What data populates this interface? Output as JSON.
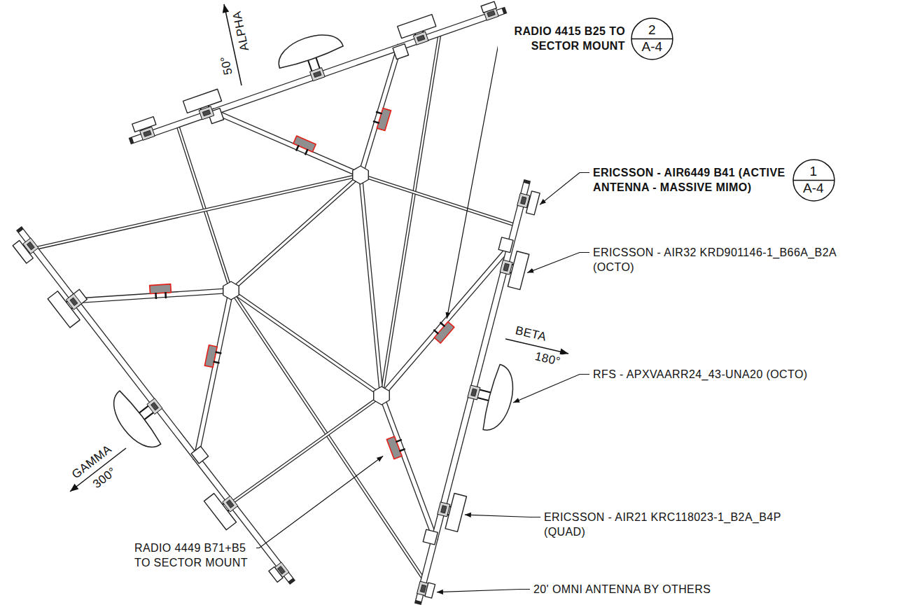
{
  "diagram": {
    "nodes": [
      {
        "text": [
          "2",
          "A-4"
        ]
      },
      {
        "text": [
          "1",
          "A-4"
        ]
      }
    ],
    "labels": [
      "ALPHA",
      "50°",
      "RADIO 4415 B25 TO SECTOR MOUNT",
      "ERICSSON - AIR6449 B41 (ACTIVE ANTENNA - MASSIVE MIMO)",
      "ERICSSON - AIR32 KRD901146-1_B66A_B2A (OCTO)",
      "BETA",
      "180°",
      "RFS - APXVAARR24_43-UNA20 (OCTO)",
      "GAMMA",
      "300°",
      "ERICSSON - AIR21 KRC118023-1_B2A_B4P (QUAD)",
      "RADIO 4449 B71+B5 TO SECTOR MOUNT",
      "20' OMNI ANTENNA BY OTHERS"
    ]
  }
}
